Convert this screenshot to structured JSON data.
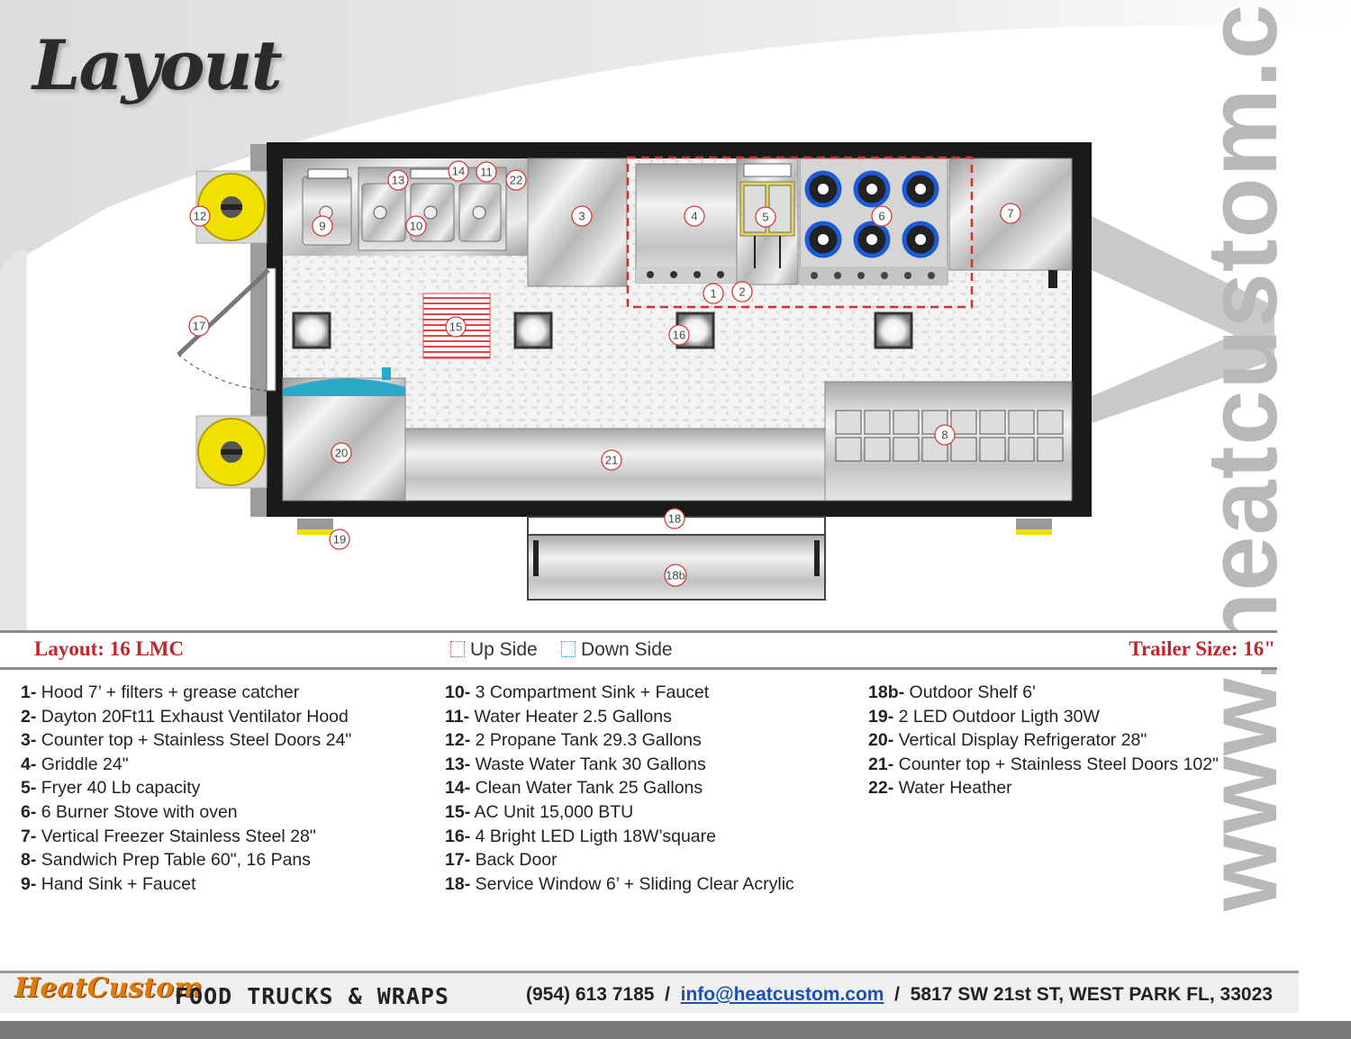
{
  "title": "Layout",
  "website": "www.heatcustom.com",
  "band": {
    "layout": "Layout: 16 LMC",
    "legend_up": "Up Side",
    "legend_down": "Down Side",
    "trailer_size": "Trailer Size: 16\""
  },
  "colors": {
    "accent_red": "#c0272d",
    "up_side": "#d83a3a",
    "down_side": "#29a8c8",
    "burner_blue": "#1b5bd8",
    "propane_yellow": "#f2e000"
  },
  "diagram_labels": {
    "l1": "1",
    "l2": "2",
    "l3": "3",
    "l4": "4",
    "l5": "5",
    "l6": "6",
    "l7": "7",
    "l8": "8",
    "l9": "9",
    "l10": "10",
    "l11": "11",
    "l12": "12",
    "l13": "13",
    "l14": "14",
    "l15": "15",
    "l16": "16",
    "l17": "17",
    "l18": "18",
    "l18b": "18b",
    "l19": "19",
    "l20": "20",
    "l21": "21",
    "l22": "22"
  },
  "items_col1": [
    {
      "num": "1-",
      "text": " Hood 7’ + filters + grease catcher"
    },
    {
      "num": "2-",
      "text": " Dayton 20Ft11 Exhaust Ventilator Hood"
    },
    {
      "num": "3-",
      "text": " Counter top + Stainless Steel Doors 24\""
    },
    {
      "num": "4-",
      "text": " Griddle 24\""
    },
    {
      "num": "5-",
      "text": " Fryer 40 Lb capacity"
    },
    {
      "num": "6-",
      "text": " 6 Burner  Stove with oven"
    },
    {
      "num": "7-",
      "text": " Vertical Freezer Stainless Steel  28\""
    },
    {
      "num": "8-",
      "text": " Sandwich Prep Table 60\", 16 Pans"
    },
    {
      "num": "9-",
      "text": " Hand Sink + Faucet"
    }
  ],
  "items_col2": [
    {
      "num": "10-",
      "text": "  3 Compartment Sink + Faucet"
    },
    {
      "num": "11-",
      "text": " Water Heater 2.5 Gallons"
    },
    {
      "num": "12-",
      "text": " 2 Propane Tank 29.3 Gallons"
    },
    {
      "num": "13-",
      "text": " Waste Water Tank 30 Gallons"
    },
    {
      "num": "14-",
      "text": " Clean Water Tank 25 Gallons"
    },
    {
      "num": "15-",
      "text": " AC Unit 15,000 BTU"
    },
    {
      "num": "16-",
      "text": " 4 Bright LED Ligth 18W’square"
    },
    {
      "num": "17-",
      "text": " Back Door"
    },
    {
      "num": "18-",
      "text": " Service Window 6’ + Sliding Clear Acrylic"
    }
  ],
  "items_col3": [
    {
      "num": "18b-",
      "text": " Outdoor Shelf 6'"
    },
    {
      "num": "19-",
      "text": " 2 LED Outdoor Ligth 30W"
    },
    {
      "num": "20-",
      "text": " Vertical Display Refrigerator 28\""
    },
    {
      "num": "21-",
      "text": " Counter top + Stainless Steel Doors 102\""
    },
    {
      "num": "22-",
      "text": " Water Heather"
    }
  ],
  "footer": {
    "brand": "HeatCustom",
    "tagline": "FOOD TRUCKS & WRAPS",
    "phone": "(954) 613 7185",
    "sep1": "  /  ",
    "email": "info@heatcustom.com",
    "sep2": "  /  ",
    "address": "5817 SW 21st ST, WEST PARK FL, 33023"
  }
}
